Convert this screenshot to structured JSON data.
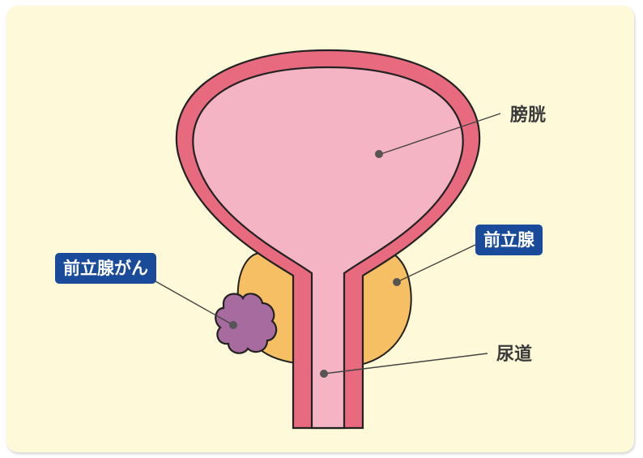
{
  "labels": {
    "bladder": "膀胱",
    "prostate": "前立腺",
    "urethra": "尿道",
    "prostate_cancer": "前立腺がん"
  },
  "colors": {
    "background": "#fef9d8",
    "bladder_fill": "#f4b4c4",
    "wall": "#e86a7e",
    "outline": "#222222",
    "prostate": "#f7bf63",
    "tumor": "#a76ba0",
    "tag": "#1a4b9b"
  }
}
